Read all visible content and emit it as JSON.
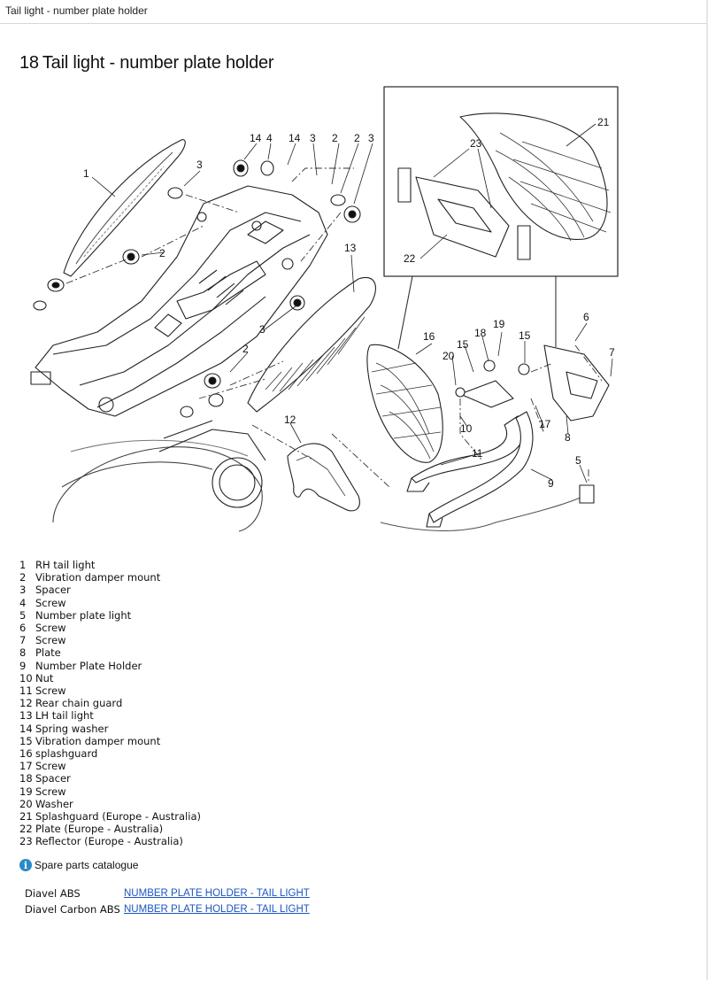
{
  "window": {
    "title": "Tail light - number plate holder"
  },
  "section": {
    "number": "18",
    "title": "Tail light - number plate holder"
  },
  "diagram": {
    "callouts": [
      "1",
      "2",
      "3",
      "14",
      "4",
      "14",
      "3",
      "2",
      "2",
      "3",
      "13",
      "3",
      "2",
      "12",
      "11",
      "10",
      "9",
      "16",
      "20",
      "15",
      "18",
      "19",
      "15",
      "17",
      "8",
      "6",
      "7",
      "5",
      "21",
      "23",
      "22"
    ]
  },
  "legend": [
    {
      "num": "1",
      "text": "RH tail light"
    },
    {
      "num": "2",
      "text": "Vibration damper mount"
    },
    {
      "num": "3",
      "text": "Spacer"
    },
    {
      "num": "4",
      "text": "Screw"
    },
    {
      "num": "5",
      "text": "Number plate light"
    },
    {
      "num": "6",
      "text": "Screw"
    },
    {
      "num": "7",
      "text": "Screw"
    },
    {
      "num": "8",
      "text": "Plate"
    },
    {
      "num": "9",
      "text": "Number Plate Holder"
    },
    {
      "num": "10",
      "text": "Nut"
    },
    {
      "num": "11",
      "text": "Screw"
    },
    {
      "num": "12",
      "text": "Rear chain guard"
    },
    {
      "num": "13",
      "text": "LH tail light"
    },
    {
      "num": "14",
      "text": "Spring washer"
    },
    {
      "num": "15",
      "text": "Vibration damper mount"
    },
    {
      "num": "16",
      "text": "splashguard"
    },
    {
      "num": "17",
      "text": "Screw"
    },
    {
      "num": "18",
      "text": "Spacer"
    },
    {
      "num": "19",
      "text": "Screw"
    },
    {
      "num": "20",
      "text": "Washer"
    },
    {
      "num": "21",
      "text": "Splashguard (Europe - Australia)"
    },
    {
      "num": "22",
      "text": "Plate (Europe - Australia)"
    },
    {
      "num": "23",
      "text": "Reflector (Europe - Australia)"
    }
  ],
  "catalogue": {
    "heading": "Spare parts catalogue",
    "rows": [
      {
        "model": "Diavel ABS",
        "link": "NUMBER PLATE HOLDER - TAIL LIGHT"
      },
      {
        "model": "Diavel Carbon ABS",
        "link": "NUMBER PLATE HOLDER - TAIL LIGHT"
      }
    ]
  }
}
